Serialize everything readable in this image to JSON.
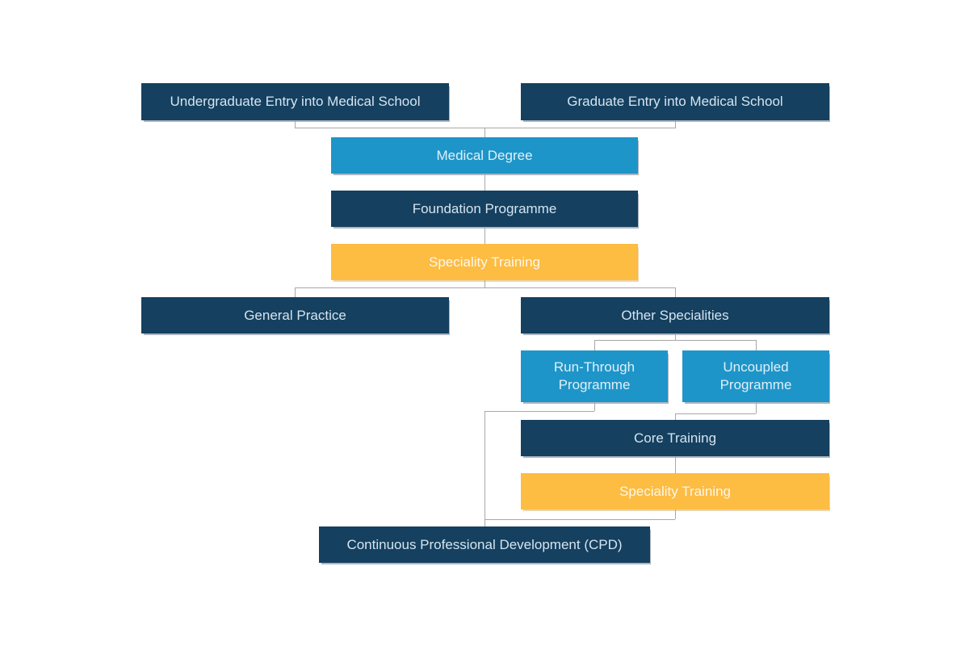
{
  "diagram": {
    "type": "flowchart",
    "subject": "UK medical training pathway",
    "background": "#ffffff",
    "colors": {
      "navy": "#15405f",
      "blue": "#1e95c9",
      "orange": "#fdbc42",
      "connector": "#a8a8a8"
    },
    "nodes": [
      {
        "id": "undergraduate-entry",
        "label": "Undergraduate Entry into Medical School",
        "color": "navy"
      },
      {
        "id": "graduate-entry",
        "label": "Graduate Entry into Medical School",
        "color": "navy"
      },
      {
        "id": "medical-degree",
        "label": "Medical Degree",
        "color": "blue"
      },
      {
        "id": "foundation-programme",
        "label": "Foundation Programme",
        "color": "navy"
      },
      {
        "id": "speciality-training-1",
        "label": "Speciality Training",
        "color": "orange"
      },
      {
        "id": "general-practice",
        "label": "General Practice",
        "color": "navy"
      },
      {
        "id": "other-specialities",
        "label": "Other Specialities",
        "color": "navy"
      },
      {
        "id": "run-through-programme",
        "label": "Run-Through Programme",
        "color": "blue"
      },
      {
        "id": "uncoupled-programme",
        "label": "Uncoupled Programme",
        "color": "blue"
      },
      {
        "id": "core-training",
        "label": "Core Training",
        "color": "navy"
      },
      {
        "id": "speciality-training-2",
        "label": "Speciality Training",
        "color": "orange"
      },
      {
        "id": "cpd",
        "label": "Continuous Professional Development (CPD)",
        "color": "navy"
      }
    ],
    "edges": [
      "undergraduate-entry -> medical-degree",
      "graduate-entry -> medical-degree",
      "medical-degree -> foundation-programme",
      "foundation-programme -> speciality-training-1",
      "speciality-training-1 -> general-practice",
      "speciality-training-1 -> other-specialities",
      "other-specialities -> run-through-programme",
      "other-specialities -> uncoupled-programme",
      "uncoupled-programme -> core-training",
      "core-training -> speciality-training-2",
      "run-through-programme -> cpd",
      "speciality-training-2 -> cpd"
    ]
  }
}
